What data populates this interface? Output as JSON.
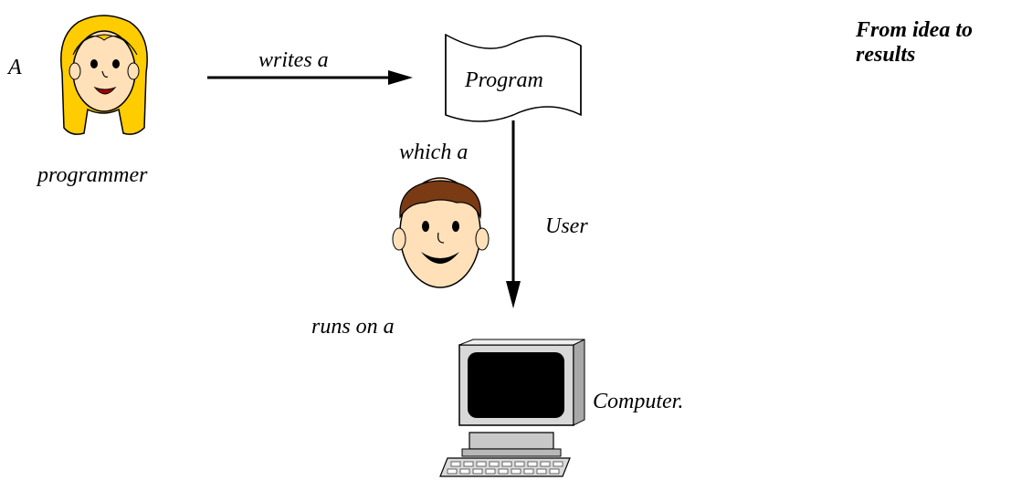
{
  "diagram": {
    "title_lines": [
      "From idea to",
      "results"
    ],
    "nodes": {
      "programmer_prefix": "A",
      "programmer": "programmer",
      "program": "Program",
      "user_prefix": "which a",
      "user": "User",
      "computer": "Computer."
    },
    "edges": {
      "writes": "writes a",
      "runs_on": "runs on a"
    },
    "icons": {
      "programmer": "programmer-face-icon",
      "user": "user-face-icon",
      "computer": "computer-icon",
      "program": "document-scroll-icon"
    },
    "colors": {
      "programmer_hair": "#FFCC00",
      "user_hair": "#7A3A14",
      "skin": "#FFE0B8",
      "monitor_body": "#C0C0C0",
      "screen": "#000000"
    }
  }
}
